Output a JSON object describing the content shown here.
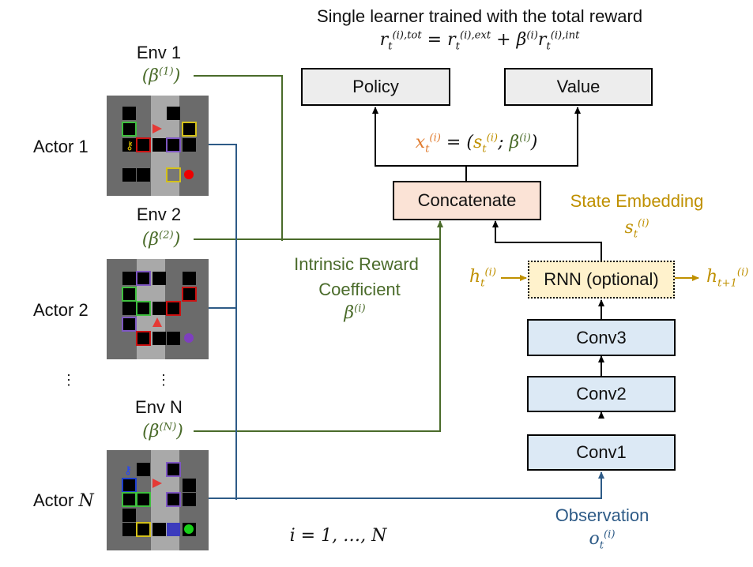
{
  "title": "Single learner trained with the total reward",
  "reward_equation": "r_t^{(i),tot} = r_t^{(i),ext} + β^{(i)} r_t^{(i),int}",
  "boxes": {
    "policy": "Policy",
    "value": "Value",
    "concatenate": "Concatenate",
    "rnn": "RNN (optional)",
    "conv3": "Conv3",
    "conv2": "Conv2",
    "conv1": "Conv1"
  },
  "concat_equation": "x_t^{(i)} = (s_t^{(i)}; β^{(i)})",
  "state_embedding": {
    "label": "State Embedding",
    "symbol": "s_t^{(i)}"
  },
  "hidden_in": "h_t^{(i)}",
  "hidden_out": "h_{t+1}^{(i)}",
  "intrinsic": {
    "line1": "Intrinsic Reward",
    "line2": "Coefficient",
    "symbol": "β^{(i)}"
  },
  "observation": {
    "label": "Observation",
    "symbol": "o_t^{(i)}"
  },
  "envs": [
    {
      "label": "Env 1",
      "beta": "(β^{(1)})"
    },
    {
      "label": "Env 2",
      "beta": "(β^{(2)})"
    },
    {
      "label": "Env N",
      "beta": "(β^{(N)})"
    }
  ],
  "actors": [
    "Actor 1",
    "Actor 2",
    "Actor N"
  ],
  "ellipsis": "⋮",
  "index_range": "i = 1, …, N",
  "colors": {
    "green": "#4a6b2a",
    "gold": "#bf9000",
    "orange": "#e07b2e",
    "navy": "#2e5b87"
  }
}
